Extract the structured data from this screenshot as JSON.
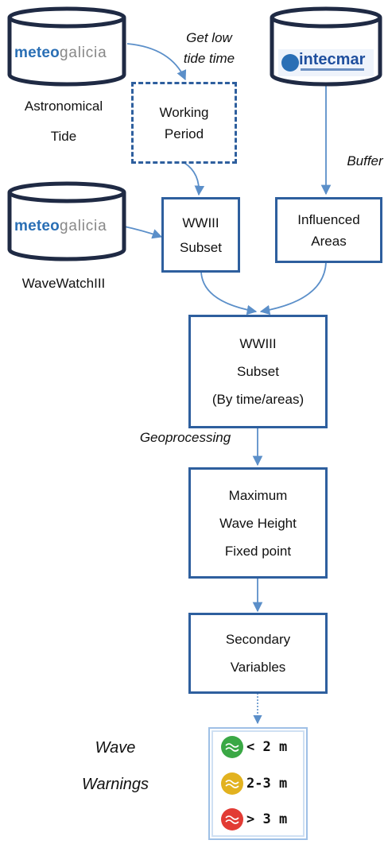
{
  "sources": {
    "tide_logo": {
      "part1": "meteo",
      "part2": "galicia",
      "caption_line1": "Astronomical",
      "caption_line2": "Tide"
    },
    "wave_logo": {
      "part1": "meteo",
      "part2": "galicia",
      "caption": "WaveWatchIII"
    },
    "intecmar_logo": {
      "name": "intecmar"
    }
  },
  "edges": {
    "get_low_tide_line1": "Get low",
    "get_low_tide_line2": "tide time",
    "buffer": "Buffer",
    "geoprocessing": "Geoprocessing"
  },
  "boxes": {
    "working_period": {
      "line1": "Working",
      "line2": "Period"
    },
    "wwiii_subset": {
      "line1": "WWIII",
      "line2": "Subset"
    },
    "influenced_areas": {
      "line1": "Influenced",
      "line2": "Areas"
    },
    "wwiii_subset_filtered": {
      "line1": "WWIII",
      "line2": "Subset",
      "line3": "(By time/areas)"
    },
    "max_wave_height": {
      "line1": "Maximum",
      "line2": "Wave Height",
      "line3": "Fixed point"
    },
    "secondary_variables": {
      "line1": "Secondary",
      "line2": "Variables"
    }
  },
  "warnings": {
    "title_line1": "Wave",
    "title_line2": "Warnings",
    "levels": [
      {
        "label": "< 2 m",
        "color": "#3aa845"
      },
      {
        "label": "2-3 m",
        "color": "#e2b21f"
      },
      {
        "label": "> 3 m",
        "color": "#e23b34"
      }
    ]
  },
  "colors": {
    "box_border": "#2e5f9e",
    "arrow": "#5b8fc9",
    "db_border": "#1f2a44"
  }
}
